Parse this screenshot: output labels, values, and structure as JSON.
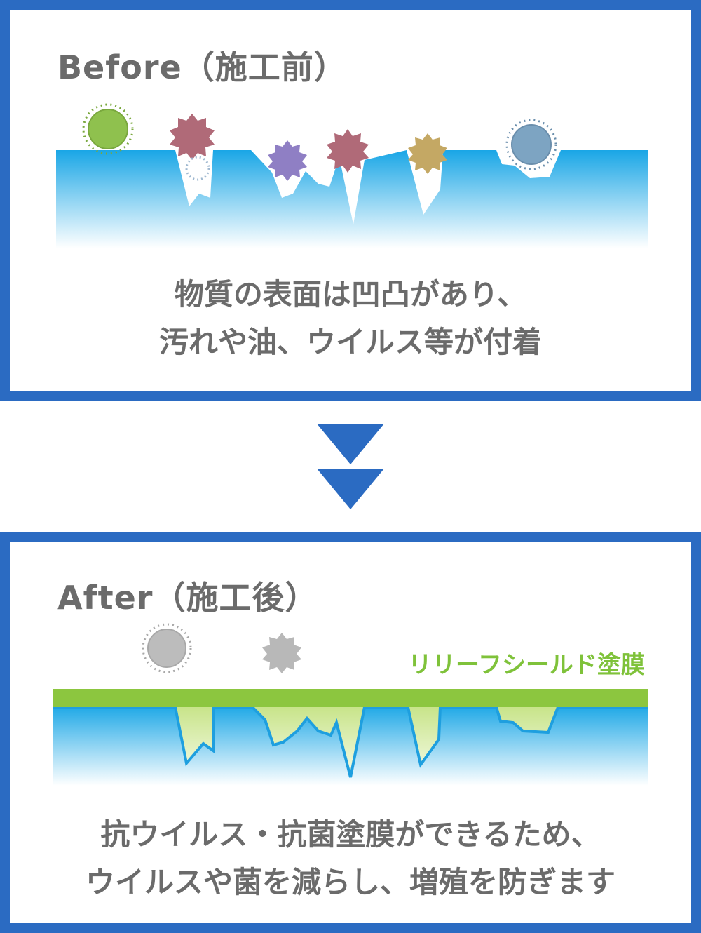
{
  "before": {
    "heading": "Before（施工前）",
    "caption_lines": [
      "物質の表面は凹凸があり、",
      "汚れや油、ウイルス等が付着"
    ]
  },
  "after": {
    "heading": "After（施工後）",
    "coating_label": "リリーフシールド塗膜",
    "caption_lines": [
      "抗ウイルス・抗菌塗膜ができるため、",
      "ウイルスや菌を減らし、増殖を防ぎます"
    ]
  },
  "colors": {
    "frame": "#2b6bc2",
    "arrow": "#2b6bc2",
    "surface_top": "#1aa9e8",
    "coating": "#8cc63f",
    "text": "#6b6b6b",
    "coating_label": "#7fc23a"
  },
  "icons": [
    "down-arrow-icon",
    "virus-icon",
    "bacteria-icon"
  ]
}
